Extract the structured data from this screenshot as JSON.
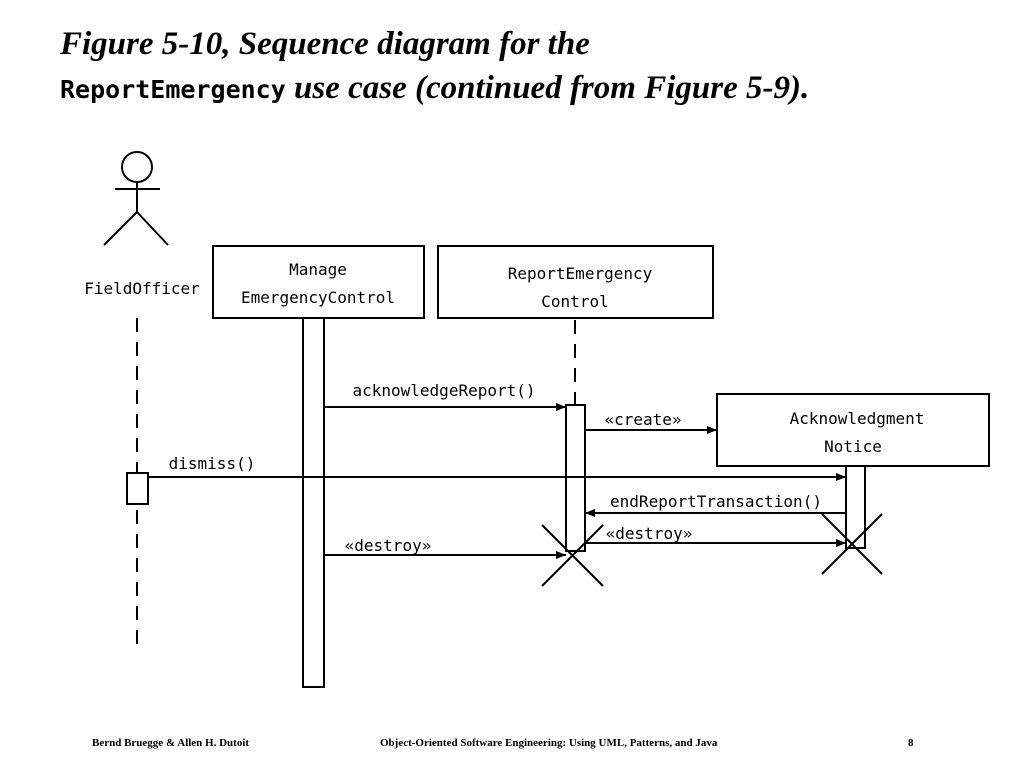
{
  "title": {
    "line1": "Figure 5-10, Sequence diagram for the",
    "use_case": "ReportEmergency",
    "line2_rest": " use case (continued from Figure 5-9)."
  },
  "diagram": {
    "actor": "FieldOfficer",
    "objects": {
      "manage_line1": "Manage",
      "manage_line2": "EmergencyControl",
      "report_line1": "ReportEmergency",
      "report_line2": "Control",
      "ack_line1": "Acknowledgment",
      "ack_line2": "Notice"
    },
    "messages": {
      "acknowledge": "acknowledgeReport()",
      "create": "«create»",
      "dismiss": "dismiss()",
      "end_transaction": "endReportTransaction()",
      "destroy_ack": "«destroy»",
      "destroy_report": "«destroy»"
    }
  },
  "footer": {
    "authors": "Bernd Bruegge & Allen H. Dutoit",
    "book": "Object-Oriented Software Engineering: Using UML, Patterns, and Java",
    "page": "8"
  }
}
